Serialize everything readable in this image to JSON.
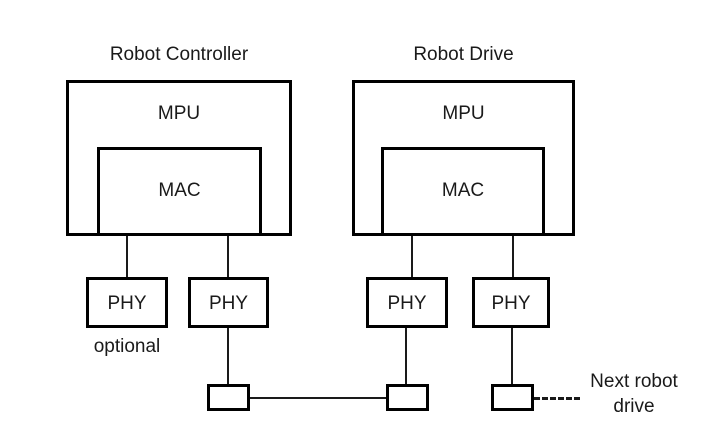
{
  "diagram": {
    "type": "block-diagram",
    "title_left": "Robot Controller",
    "title_right": "Robot Drive",
    "nodes": {
      "controller": {
        "title": "Robot Controller",
        "mpu_label": "MPU",
        "mac_label": "MAC",
        "phy_left_label": "PHY",
        "phy_left_note": "optional",
        "phy_right_label": "PHY"
      },
      "drive": {
        "title": "Robot Drive",
        "mpu_label": "MPU",
        "mac_label": "MAC",
        "phy_left_label": "PHY",
        "phy_right_label": "PHY"
      },
      "next": {
        "line1": "Next robot",
        "line2": "drive"
      }
    },
    "colors": {
      "stroke": "#000000",
      "text": "#1a1a1a",
      "background": "#ffffff"
    }
  }
}
